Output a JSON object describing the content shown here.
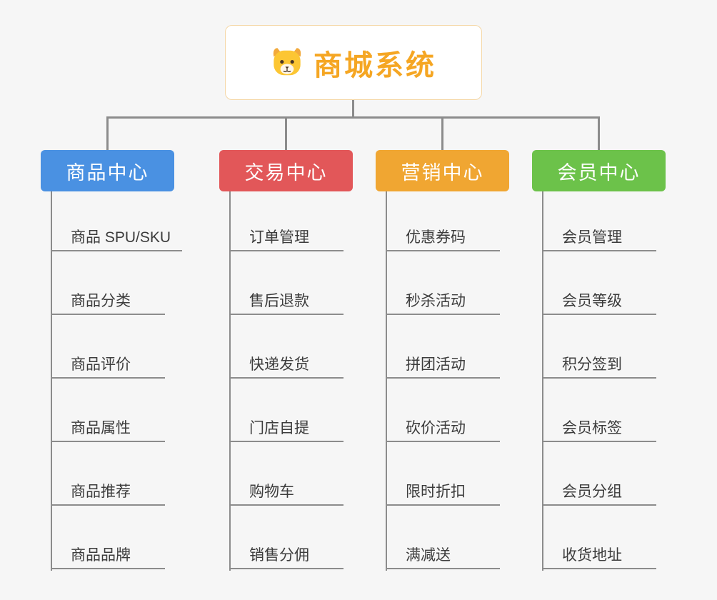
{
  "root": {
    "title": "商城系统",
    "color": "#f5a623",
    "border_color": "#f5d7a6",
    "icon": "dog-icon"
  },
  "theme": {
    "line_color": "#8c8c8c",
    "background": "#f6f6f6"
  },
  "branches": [
    {
      "label": "商品中心",
      "color": "#4a91e2",
      "items": [
        "商品 SPU/SKU",
        "商品分类",
        "商品评价",
        "商品属性",
        "商品推荐",
        "商品品牌"
      ]
    },
    {
      "label": "交易中心",
      "color": "#e25759",
      "items": [
        "订单管理",
        "售后退款",
        "快递发货",
        "门店自提",
        "购物车",
        "销售分佣"
      ]
    },
    {
      "label": "营销中心",
      "color": "#f0a632",
      "items": [
        "优惠券码",
        "秒杀活动",
        "拼团活动",
        "砍价活动",
        "限时折扣",
        "满减送"
      ]
    },
    {
      "label": "会员中心",
      "color": "#6cc24a",
      "items": [
        "会员管理",
        "会员等级",
        "积分签到",
        "会员标签",
        "会员分组",
        "收货地址"
      ]
    }
  ]
}
